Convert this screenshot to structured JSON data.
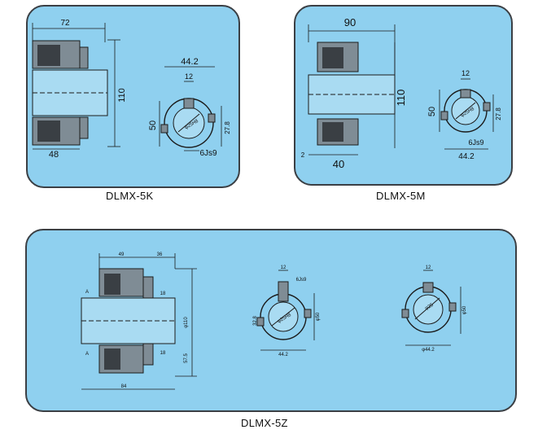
{
  "diagrams": {
    "k": {
      "caption": "DLMX-5K",
      "dims": {
        "width_top": "72",
        "height": "110",
        "width_bottom": "48",
        "hub_width": "44.2",
        "key_width": "12",
        "bore_dia": "50",
        "keyway_depth": "27.8",
        "bore_fit": "6Js9",
        "bore_label": "φ25H8"
      }
    },
    "m": {
      "caption": "DLMX-5M",
      "dims": {
        "width_top": "90",
        "height": "110",
        "width_bottom": "40",
        "gap": "2",
        "hub_width": "12",
        "bore_dia": "50",
        "keyway_depth": "27.8",
        "bore_fit": "6Js9",
        "hub_outer": "44.2",
        "bore_label": "φ25H8"
      }
    },
    "z": {
      "caption": "DLMX-5Z",
      "dims": {
        "top_a": "49",
        "top_b": "36",
        "right_a": "18",
        "right_b": "18",
        "dia": "φ110",
        "bottom_r": "57.5",
        "bottom_width": "84",
        "mark_a": "A",
        "mid_key": "12",
        "mid_fit": "6Js9",
        "mid_depth": "32.8",
        "mid_bore": "φ25H8",
        "mid_dia": "φ50",
        "mid_width": "44.2",
        "right_key": "12",
        "right_bore": "φ25",
        "right_dia": "φ50",
        "right_width": "φ44.2"
      }
    }
  },
  "colors": {
    "panel": "#8fd0ef",
    "border": "#3b3f44",
    "metal": "#7f8c95"
  }
}
